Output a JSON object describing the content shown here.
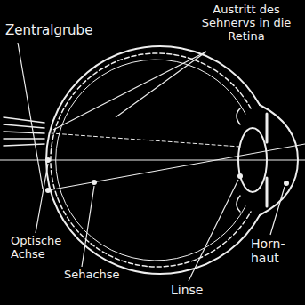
{
  "diagram": {
    "labels": [
      "Zentralgrube",
      "Austritt des Sehnervs in die Retina",
      "Optische Achse",
      "Sehachse",
      "Linse",
      "Horn- haut"
    ]
  }
}
